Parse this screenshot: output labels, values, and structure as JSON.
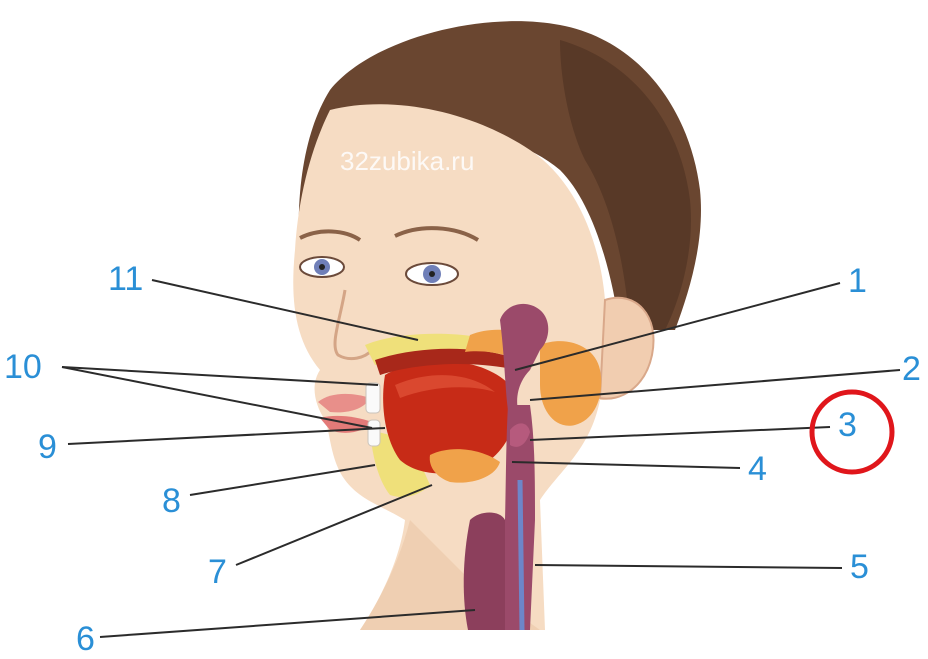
{
  "watermark": "32zubika.ru",
  "labels": {
    "l1": "1",
    "l2": "2",
    "l3": "3",
    "l4": "4",
    "l5": "5",
    "l6": "6",
    "l7": "7",
    "l8": "8",
    "l9": "9",
    "l10": "10",
    "l11": "11"
  },
  "highlighted_label": "3",
  "colors": {
    "label": "#2a8fd6",
    "highlight_circle": "#e0161b",
    "hair": "#6a4630",
    "skin": "#f6dcc3",
    "tissue_red": "#c72b17",
    "gland_orange": "#f0a24a",
    "gland_yellow": "#efe07a",
    "airway_purple": "#9b4a6a"
  }
}
